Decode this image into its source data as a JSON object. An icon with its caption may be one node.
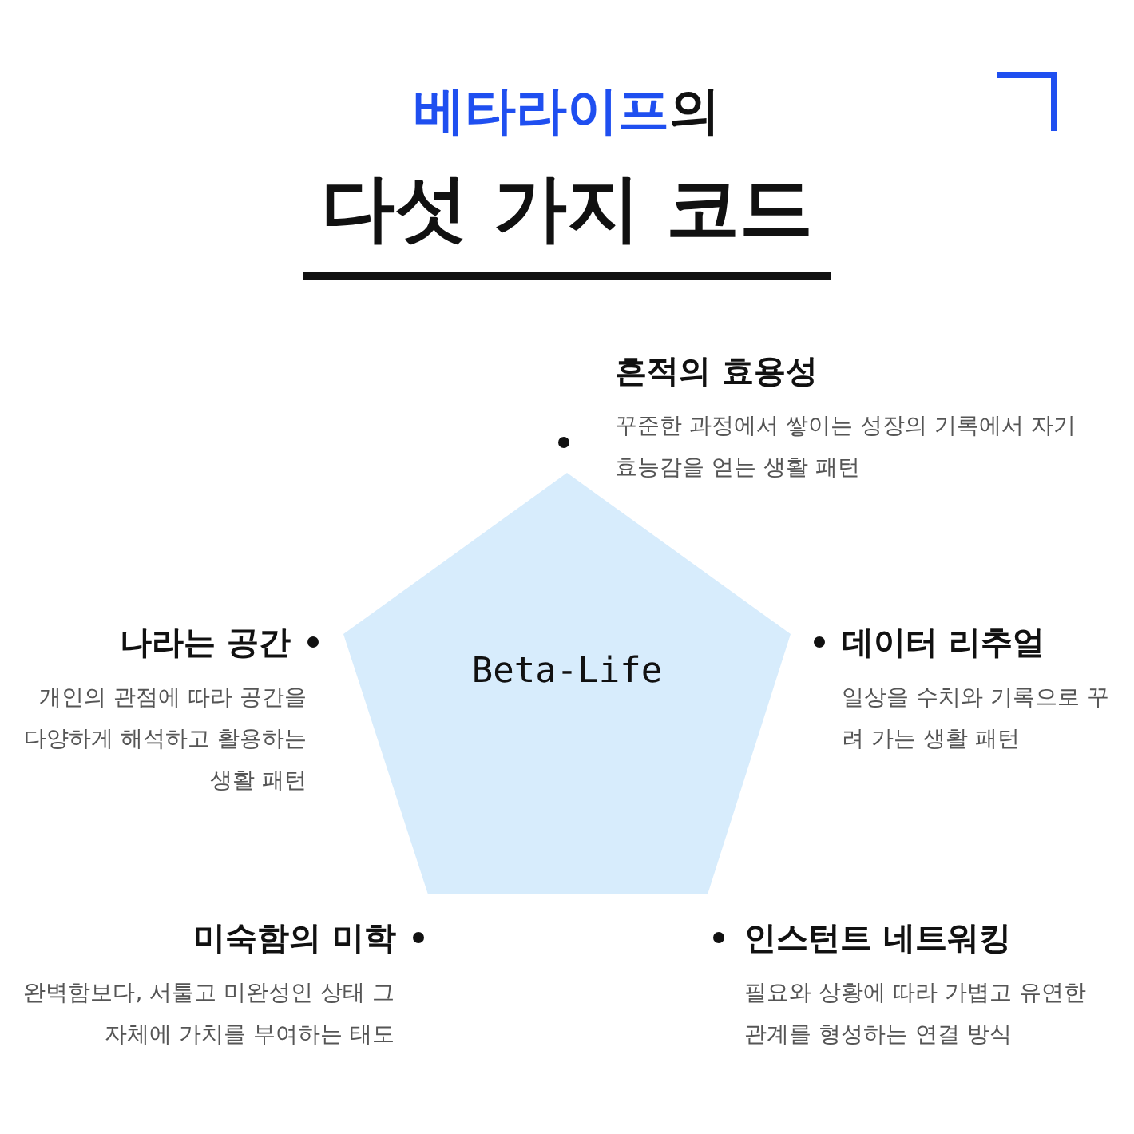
{
  "diagram": {
    "title": "다섯 가지 코드",
    "nodes": [
      {
        "text": [
          "Beta-Life"
        ]
      }
    ],
    "labels": [
      "**베타라이프**의",
      "흔적의 효용성",
      "꾸준한 과정에서 쌓이는 성장의 기록에서 자기효능감을 얻는 생활 패턴",
      "나라는 공간",
      "개인의 관점에 따라 공간을 다양하게 해석하고 활용하는 생활 패턴",
      "데이터 리추얼",
      "일상을 수치와 기록으로 꾸려 가는 생활 패턴",
      "미숙함의 미학",
      "완벽함보다, 서툴고 미완성인 상태 그 자체에 가치를 부여하는 태도",
      "인스턴트 네트워킹",
      "필요와 상황에 따라 가볍고 유연한 관계를 형성하는 연결 방식"
    ]
  }
}
